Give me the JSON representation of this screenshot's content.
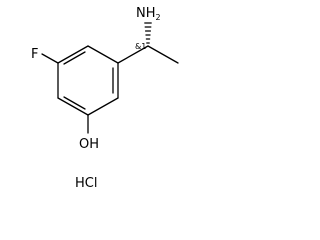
{
  "molecule": {
    "atoms": {
      "amine": "NH2",
      "amine_main": "NH",
      "amine_sub": "2",
      "fluorine": "F",
      "hydroxyl": "OH",
      "stereo": "&1",
      "salt": "HCl"
    },
    "colors": {
      "line": "#000000",
      "background": "#ffffff"
    }
  }
}
